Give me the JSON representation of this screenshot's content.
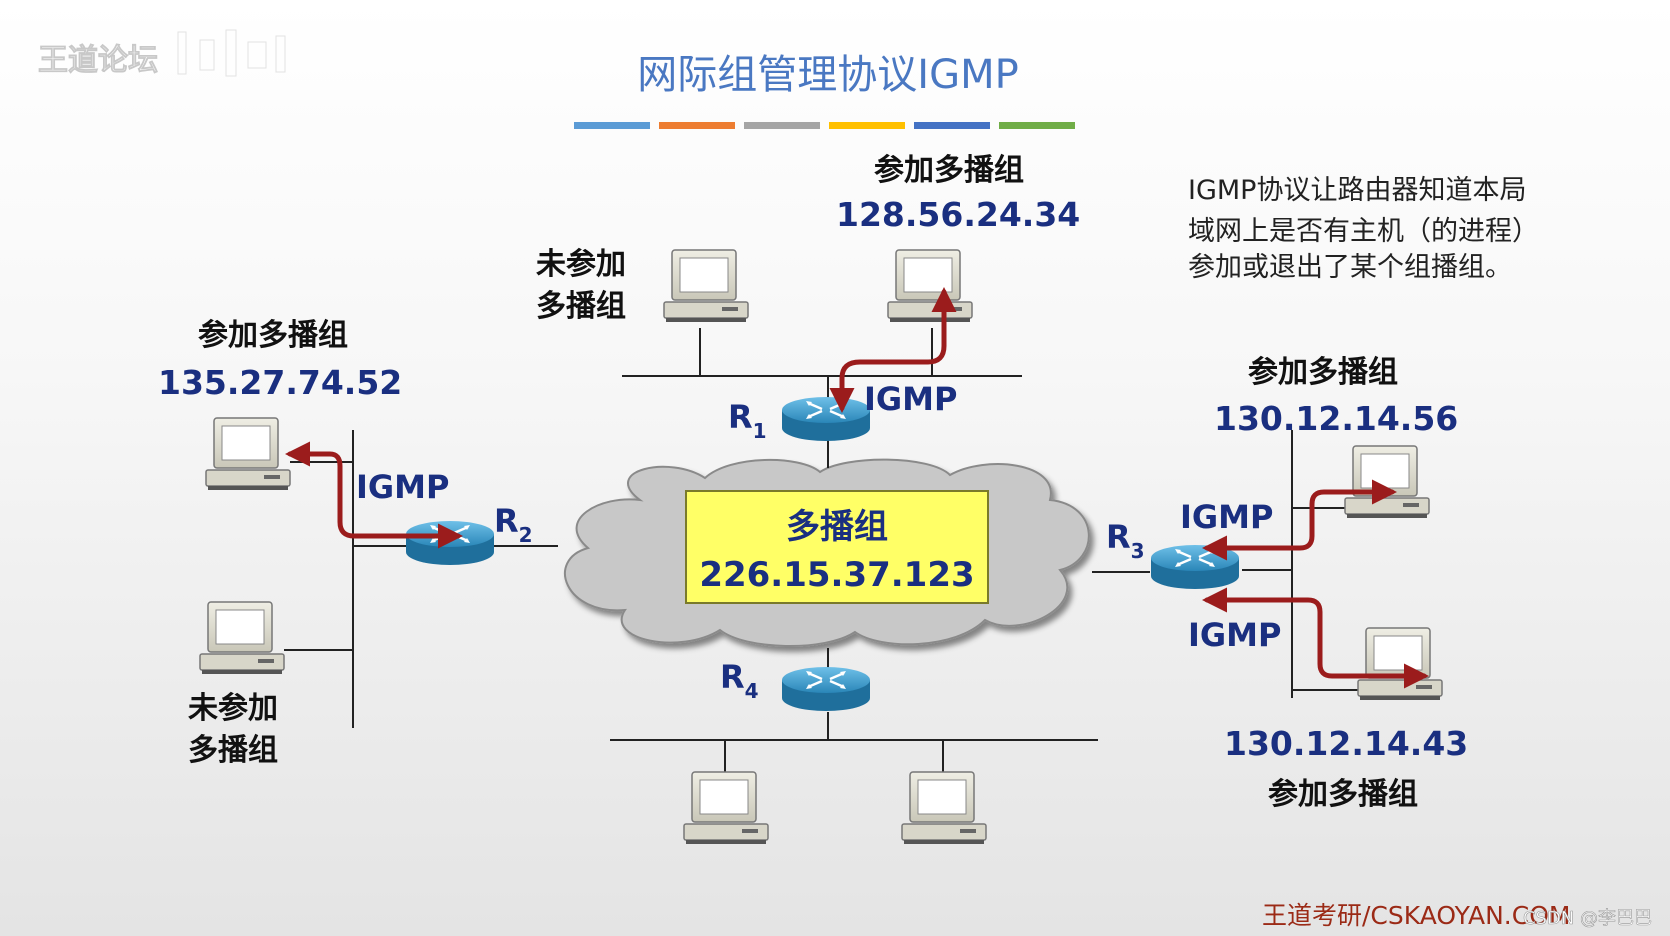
{
  "watermark": "王道论坛",
  "title": "网际组管理协议IGMP",
  "title_bar_colors": [
    "#5b9bd5",
    "#ed7d31",
    "#a5a5a5",
    "#ffc000",
    "#4472c4",
    "#70ad47"
  ],
  "note": [
    "IGMP协议让路由器知道本局",
    "域网上是否有主机（的进程）",
    "参加或退出了某个组播组。"
  ],
  "multicast_group": {
    "label": "多播组",
    "address": "226.15.37.123"
  },
  "routers": {
    "r1": {
      "letter": "R",
      "sub": "1"
    },
    "r2": {
      "letter": "R",
      "sub": "2"
    },
    "r3": {
      "letter": "R",
      "sub": "3"
    },
    "r4": {
      "letter": "R",
      "sub": "4"
    }
  },
  "igmp_label": "IGMP",
  "joined_label": "参加多播组",
  "not_joined_line1": "未参加",
  "not_joined_line2": "多播组",
  "hosts": {
    "top_joined_ip": "128.56.24.34",
    "left_joined_ip": "135.27.74.52",
    "right_top_ip": "130.12.14.56",
    "right_bottom_ip": "130.12.14.43"
  },
  "footer": "王道考研/CSKAOYAN.COM",
  "credit": "CSDN @李巴巴",
  "colors": {
    "arrow": "#9b1c1c",
    "ip_text": "#1a2f80",
    "group_box": "#ffff66",
    "cloud": "#c8c8c8",
    "router": "#2a86b8"
  }
}
